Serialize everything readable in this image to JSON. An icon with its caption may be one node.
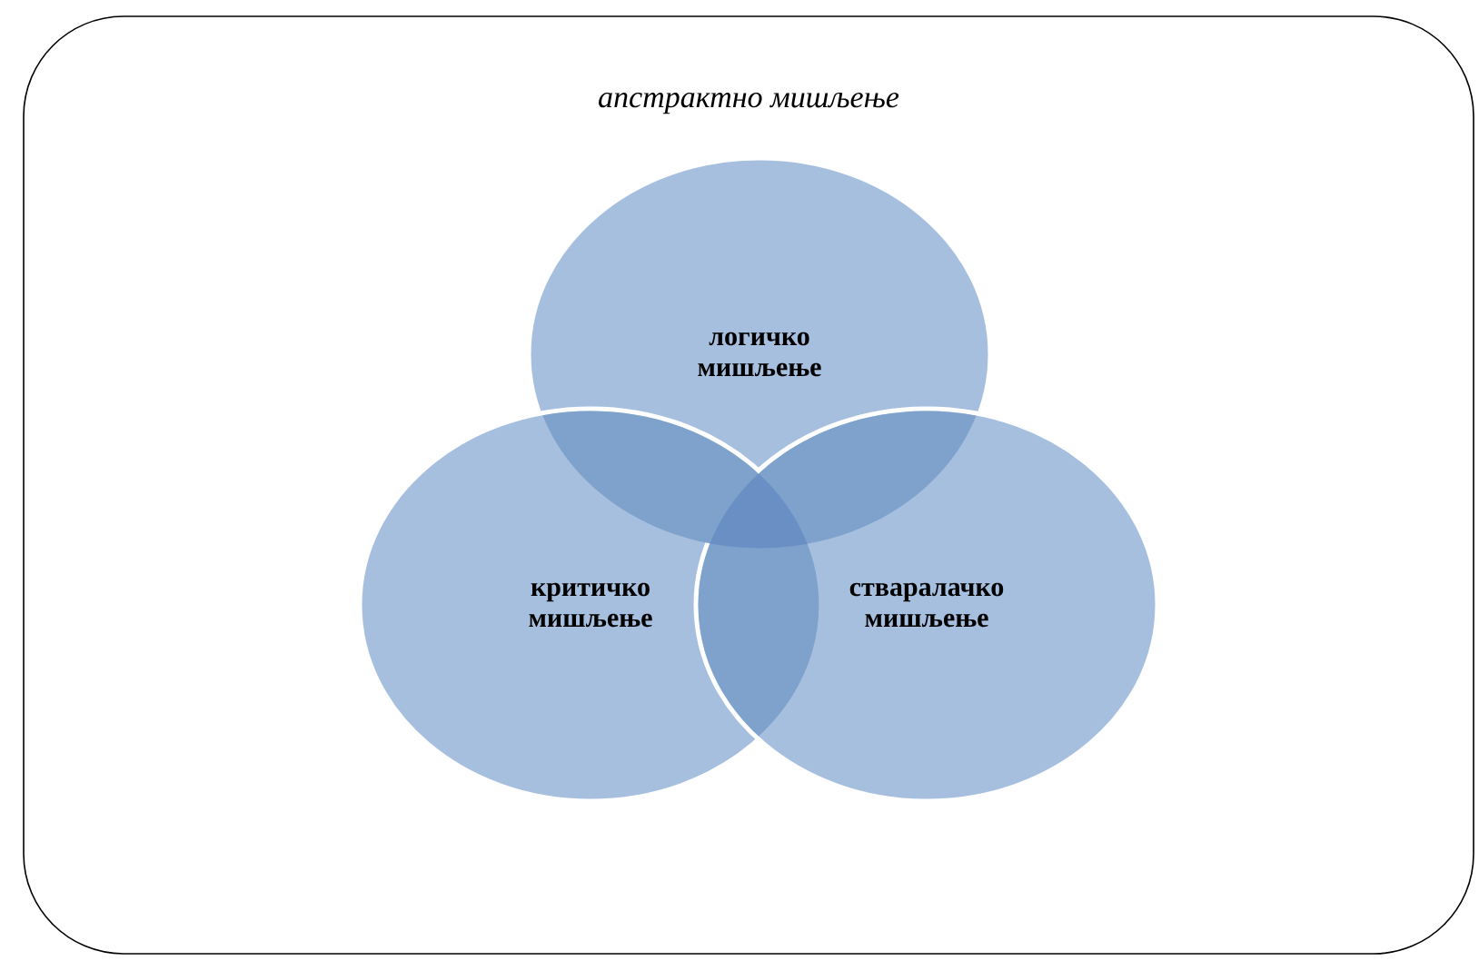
{
  "diagram": {
    "nodes": [
      {
        "text": [
          "апстрактно мишљење"
        ]
      },
      {
        "text": [
          "логичко мишљење"
        ],
        "in": 0
      },
      {
        "text": [
          "критичко мишљење"
        ],
        "in": 0
      },
      {
        "text": [
          "стваралачко мишљење"
        ],
        "in": 0
      }
    ]
  }
}
